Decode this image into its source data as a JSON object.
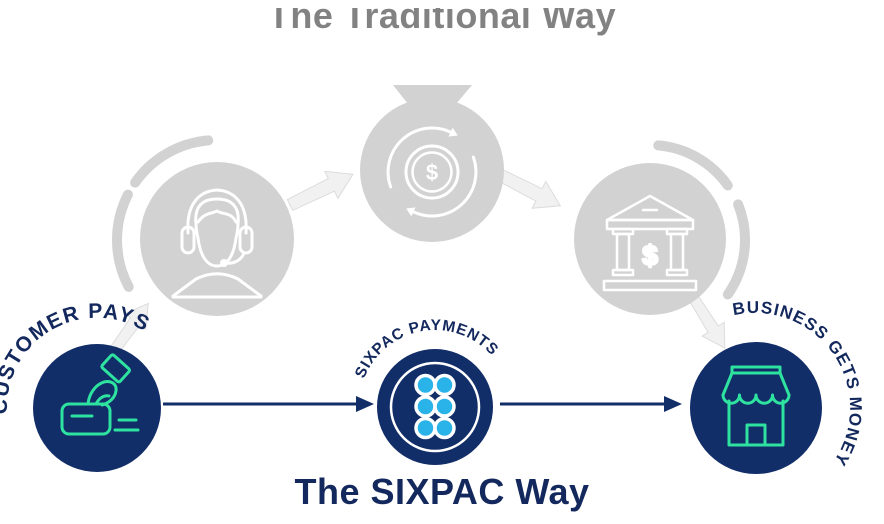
{
  "colors": {
    "navy": "#122e68",
    "navy-text": "#13285c",
    "gray": "#d2d2d2",
    "gray-text": "#828282",
    "green": "#2ee3a0",
    "dot-blue": "#29b3e8",
    "connector": "#f1f1f1",
    "connector-edge": "#dcdcdc"
  },
  "traditional": {
    "title": "The Traditional Way",
    "nodes": {
      "support": {
        "icon": "support-agent-icon"
      },
      "exchange": {
        "icon": "money-exchange-icon",
        "symbol": "$"
      },
      "bank": {
        "icon": "bank-icon",
        "symbol": "$"
      }
    }
  },
  "sixpac": {
    "title": "The SIXPAC Way",
    "labels": {
      "left": "CUSTOMER PAYS",
      "center": "SIXPAC PAYMENTS",
      "right": "BUSINESS GETS MONEY"
    },
    "nodes": {
      "customer": {
        "icon": "card-payment-icon"
      },
      "sixpac": {
        "icon": "sixpac-dots-icon"
      },
      "business": {
        "icon": "storefront-icon"
      }
    }
  }
}
